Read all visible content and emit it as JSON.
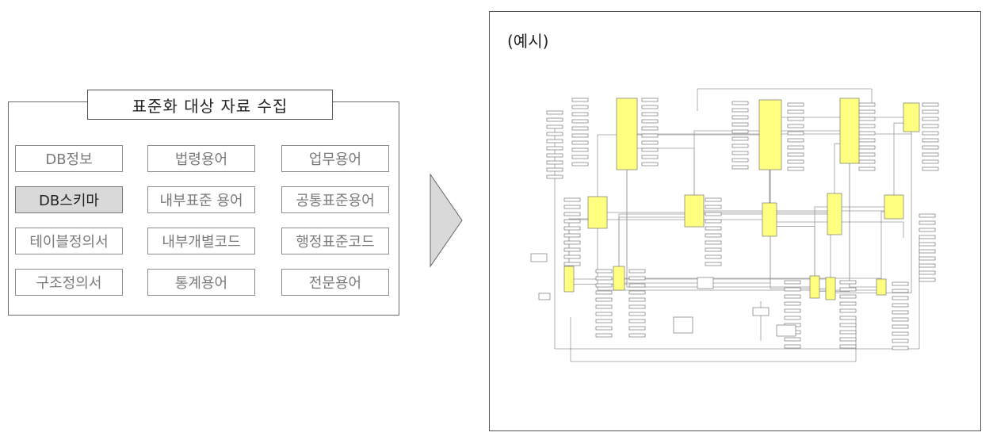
{
  "panel": {
    "title": "표준화 대상 자료 수집",
    "items": [
      {
        "label": "DB정보"
      },
      {
        "label": "법령용어"
      },
      {
        "label": "업무용어"
      },
      {
        "label": "DB스키마",
        "highlight": true
      },
      {
        "label": "내부표준 용어"
      },
      {
        "label": "공통표준용어"
      },
      {
        "label": "테이블정의서"
      },
      {
        "label": "내부개별코드"
      },
      {
        "label": "행정표준코드"
      },
      {
        "label": "구조정의서"
      },
      {
        "label": "통계용어"
      },
      {
        "label": "전문용어"
      }
    ]
  },
  "example": {
    "label": "(예시)"
  },
  "colors": {
    "entity_fill": "#ffff80",
    "arrow_fill": "#d9d9d9",
    "highlight_fill": "#d9d9d9"
  }
}
